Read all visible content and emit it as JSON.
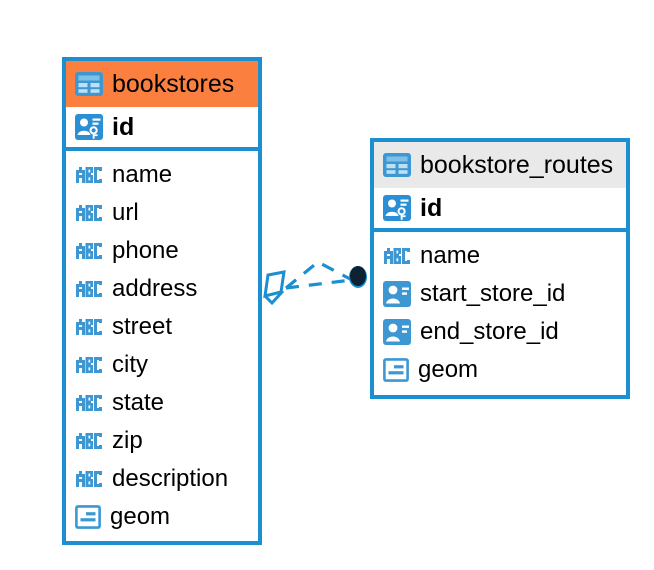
{
  "diagram": {
    "type": "entity-relationship-diagram",
    "colors": {
      "border": "#1b8fd0",
      "header_accent": "#fb8040",
      "header_neutral": "#e9e9e9",
      "icon_blue": "#3c97d3",
      "connector": "#1b8fd0",
      "endpoint": "#0d2233",
      "background": "#ffffff",
      "text": "#000000"
    },
    "entities": [
      {
        "name": "bookstores",
        "header_style": "accent-orange",
        "table_icon": "table-icon",
        "primary_key": {
          "label": "id",
          "icon": "primary-key-icon"
        },
        "fields": [
          {
            "label": "name",
            "icon": "abc-text-icon"
          },
          {
            "label": "url",
            "icon": "abc-text-icon"
          },
          {
            "label": "phone",
            "icon": "abc-text-icon"
          },
          {
            "label": "address",
            "icon": "abc-text-icon"
          },
          {
            "label": "street",
            "icon": "abc-text-icon"
          },
          {
            "label": "city",
            "icon": "abc-text-icon"
          },
          {
            "label": "state",
            "icon": "abc-text-icon"
          },
          {
            "label": "zip",
            "icon": "abc-text-icon"
          },
          {
            "label": "description",
            "icon": "abc-text-icon"
          },
          {
            "label": "geom",
            "icon": "geometry-icon"
          }
        ]
      },
      {
        "name": "bookstore_routes",
        "header_style": "accent-grey",
        "table_icon": "table-icon",
        "primary_key": {
          "label": "id",
          "icon": "primary-key-icon"
        },
        "fields": [
          {
            "label": "name",
            "icon": "abc-text-icon"
          },
          {
            "label": "start_store_id",
            "icon": "foreign-key-icon"
          },
          {
            "label": "end_store_id",
            "icon": "foreign-key-icon"
          },
          {
            "label": "geom",
            "icon": "geometry-icon"
          }
        ]
      }
    ],
    "relationship": {
      "from": "bookstores",
      "to": "bookstore_routes",
      "line_style": "dashed",
      "source_marker": "diamond-marker",
      "target_marker": "filled-circle-marker"
    }
  }
}
